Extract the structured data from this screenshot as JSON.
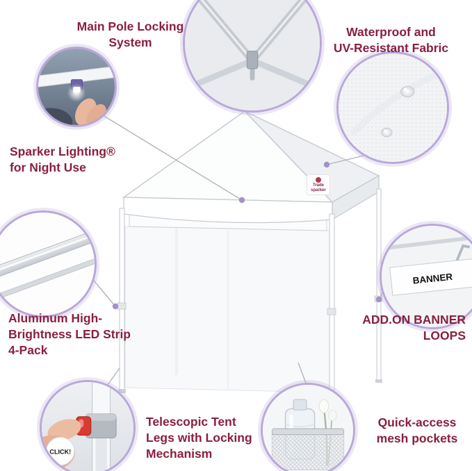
{
  "colors": {
    "label_text": "#8a1f3f",
    "circle_ring": "#b9a8d8",
    "connector": "#b0b5bb",
    "marker_dot": "#a391cc"
  },
  "tent": {
    "logo_text": "Trade sparker"
  },
  "labels": {
    "main_pole": [
      "Main Pole Locking",
      "System"
    ],
    "waterproof": [
      "Waterproof and",
      "UV-Resistant Fabric"
    ],
    "sparker_lighting": [
      "Sparker Lighting®",
      "for Night Use"
    ],
    "led_strip": [
      "Aluminum High-",
      "Brightness LED Strip",
      "4-Pack"
    ],
    "telescopic_legs": [
      "Telescopic Tent",
      "Legs with Locking",
      "Mechanism"
    ],
    "banner_loops": [
      "ADD.ON BANNER",
      "LOOPS"
    ],
    "mesh_pockets": [
      "Quick-access",
      "mesh pockets"
    ]
  },
  "callout_texts": {
    "banner": "BANNER",
    "click": "CLICK!"
  }
}
